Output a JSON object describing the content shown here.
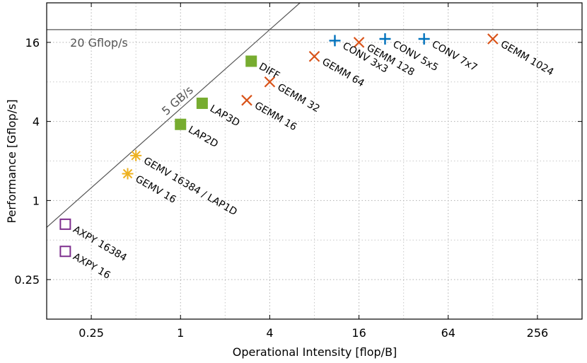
{
  "chart_data": {
    "type": "scatter",
    "title": "",
    "xlabel": "Operational Intensity [flop/B]",
    "ylabel": "Performance [Gflop/s]",
    "x_scale": "log2",
    "y_scale": "log2",
    "xlim": [
      0.125,
      512
    ],
    "ylim": [
      0.125,
      32
    ],
    "x_ticks": [
      0.25,
      1,
      4,
      16,
      64,
      256
    ],
    "x_tick_labels": [
      "0.25",
      "1",
      "4",
      "16",
      "64",
      "256"
    ],
    "y_ticks": [
      0.25,
      1,
      4,
      16
    ],
    "y_tick_labels": [
      "0.25",
      "1",
      "4",
      "16"
    ],
    "grid": true,
    "rooflines": [
      {
        "kind": "compute",
        "value": 20,
        "label": "20 Gflop/s"
      },
      {
        "kind": "bandwidth",
        "value": 5,
        "label": "5 GB/s"
      }
    ],
    "points": [
      {
        "name": "AXPY 16384",
        "x": 0.167,
        "y": 0.66,
        "marker": "square-open",
        "color": "#7e2f8e"
      },
      {
        "name": "AXPY 16",
        "x": 0.167,
        "y": 0.41,
        "marker": "square-open",
        "color": "#7e2f8e"
      },
      {
        "name": "GEMV 16384 / LAP1D",
        "x": 0.5,
        "y": 2.2,
        "marker": "asterisk",
        "color": "#edb120"
      },
      {
        "name": "GEMV 16",
        "x": 0.44,
        "y": 1.6,
        "marker": "asterisk",
        "color": "#edb120"
      },
      {
        "name": "LAP2D",
        "x": 1.0,
        "y": 3.8,
        "marker": "square",
        "color": "#77ac30"
      },
      {
        "name": "LAP3D",
        "x": 1.4,
        "y": 5.5,
        "marker": "square",
        "color": "#77ac30"
      },
      {
        "name": "DIFF",
        "x": 3.0,
        "y": 11.5,
        "marker": "square",
        "color": "#77ac30"
      },
      {
        "name": "GEMM 16",
        "x": 2.8,
        "y": 5.8,
        "marker": "x",
        "color": "#d95319"
      },
      {
        "name": "GEMM 32",
        "x": 4.0,
        "y": 8.0,
        "marker": "x",
        "color": "#d95319"
      },
      {
        "name": "GEMM 64",
        "x": 8.0,
        "y": 12.5,
        "marker": "x",
        "color": "#d95319"
      },
      {
        "name": "GEMM 128",
        "x": 16.0,
        "y": 16.0,
        "marker": "x",
        "color": "#d95319"
      },
      {
        "name": "GEMM 1024",
        "x": 128.0,
        "y": 17.0,
        "marker": "x",
        "color": "#d95319"
      },
      {
        "name": "CONV 3x3",
        "x": 11.0,
        "y": 16.5,
        "marker": "plus",
        "color": "#0072bd"
      },
      {
        "name": "CONV 5x5",
        "x": 24.0,
        "y": 17.0,
        "marker": "plus",
        "color": "#0072bd"
      },
      {
        "name": "CONV 7x7",
        "x": 44.0,
        "y": 17.0,
        "marker": "plus",
        "color": "#0072bd"
      }
    ]
  }
}
